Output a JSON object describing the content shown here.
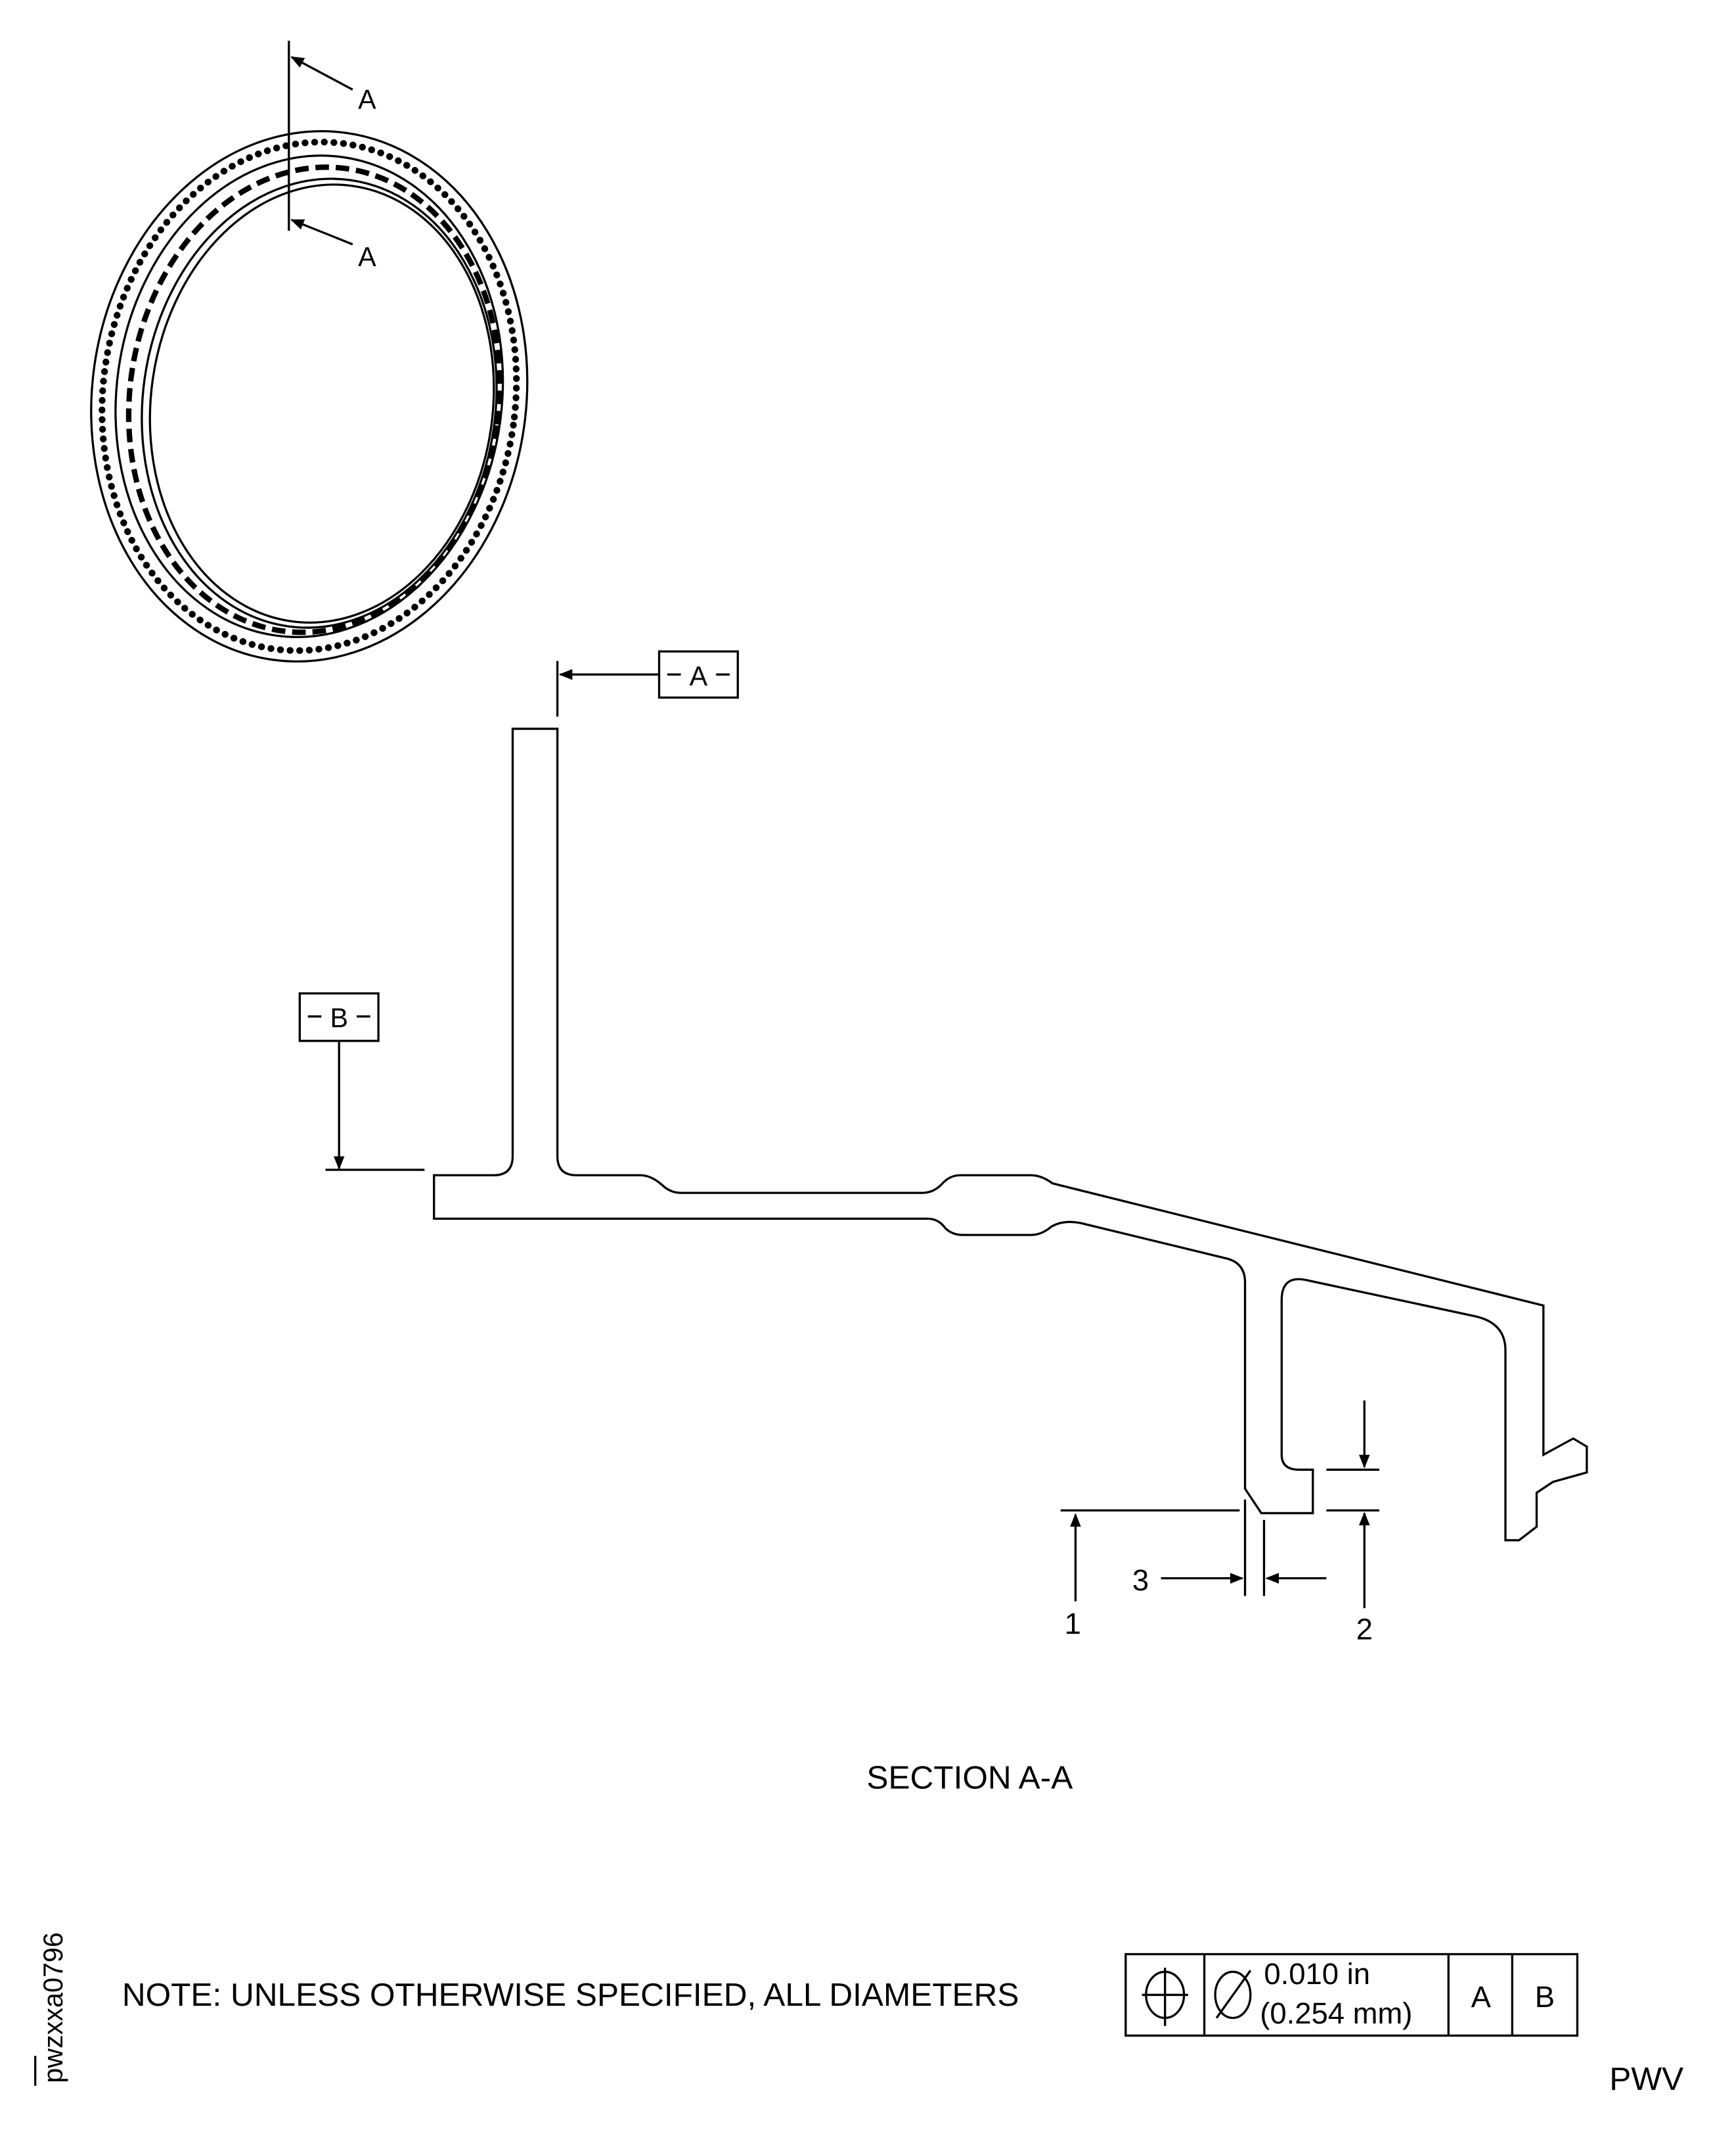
{
  "iso_view": {
    "section_label_top": "A",
    "section_label_bottom": "A"
  },
  "section": {
    "title": "SECTION A-A",
    "datum_a": "A",
    "datum_b": "B",
    "callouts": [
      "1",
      "2",
      "3"
    ]
  },
  "note": {
    "text": "NOTE: UNLESS OTHERWISE SPECIFIED, ALL DIAMETERS",
    "fcf": {
      "symbol": "position-icon",
      "tolerance_in": "0.010 in",
      "tolerance_mm": "(0.254 mm)",
      "datum1": "A",
      "datum2": "B"
    }
  },
  "figure_id": "pwzxxa0796",
  "footer_code": "PWV"
}
